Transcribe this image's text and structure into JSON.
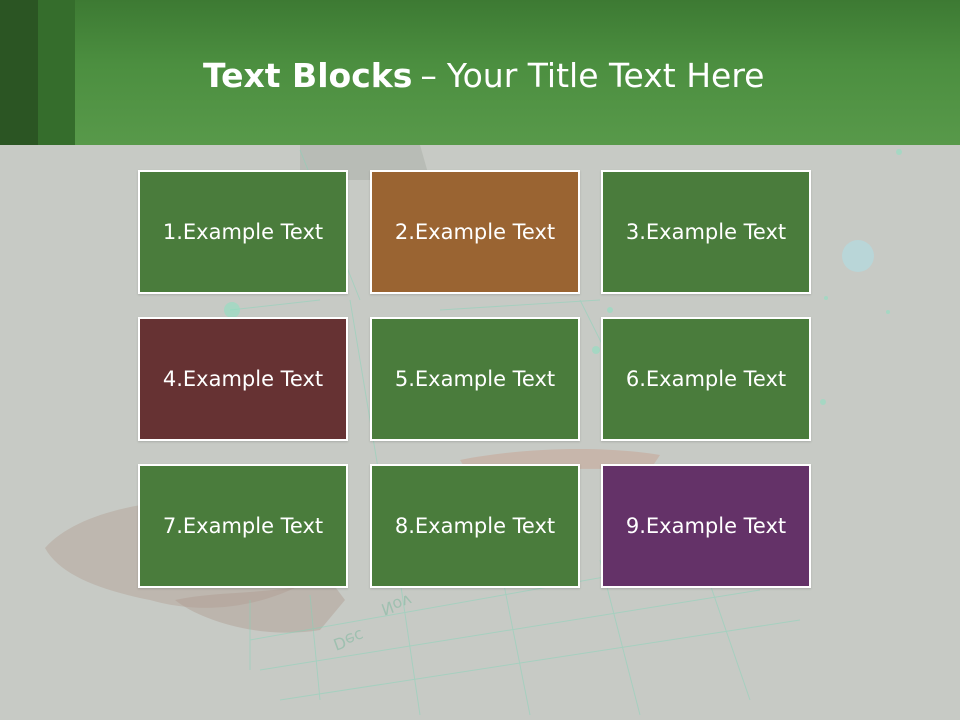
{
  "slide": {
    "title_bold": "Text Blocks",
    "title_separator": "–",
    "title_rest": "Your Title Text Here"
  },
  "blocks": [
    {
      "label": "1.Example Text",
      "color": "#4a7c3c"
    },
    {
      "label": "2.Example Text",
      "color": "#9a6432"
    },
    {
      "label": "3.Example Text",
      "color": "#4a7c3c"
    },
    {
      "label": "4.Example Text",
      "color": "#663233"
    },
    {
      "label": "5.Example Text",
      "color": "#4a7c3c"
    },
    {
      "label": "6.Example Text",
      "color": "#4a7c3c"
    },
    {
      "label": "7.Example Text",
      "color": "#4a7c3c"
    },
    {
      "label": "8.Example Text",
      "color": "#4a7c3c"
    },
    {
      "label": "9.Example Text",
      "color": "#643268"
    }
  ],
  "background": {
    "calendar_text": [
      "Nov",
      "Dec"
    ]
  }
}
